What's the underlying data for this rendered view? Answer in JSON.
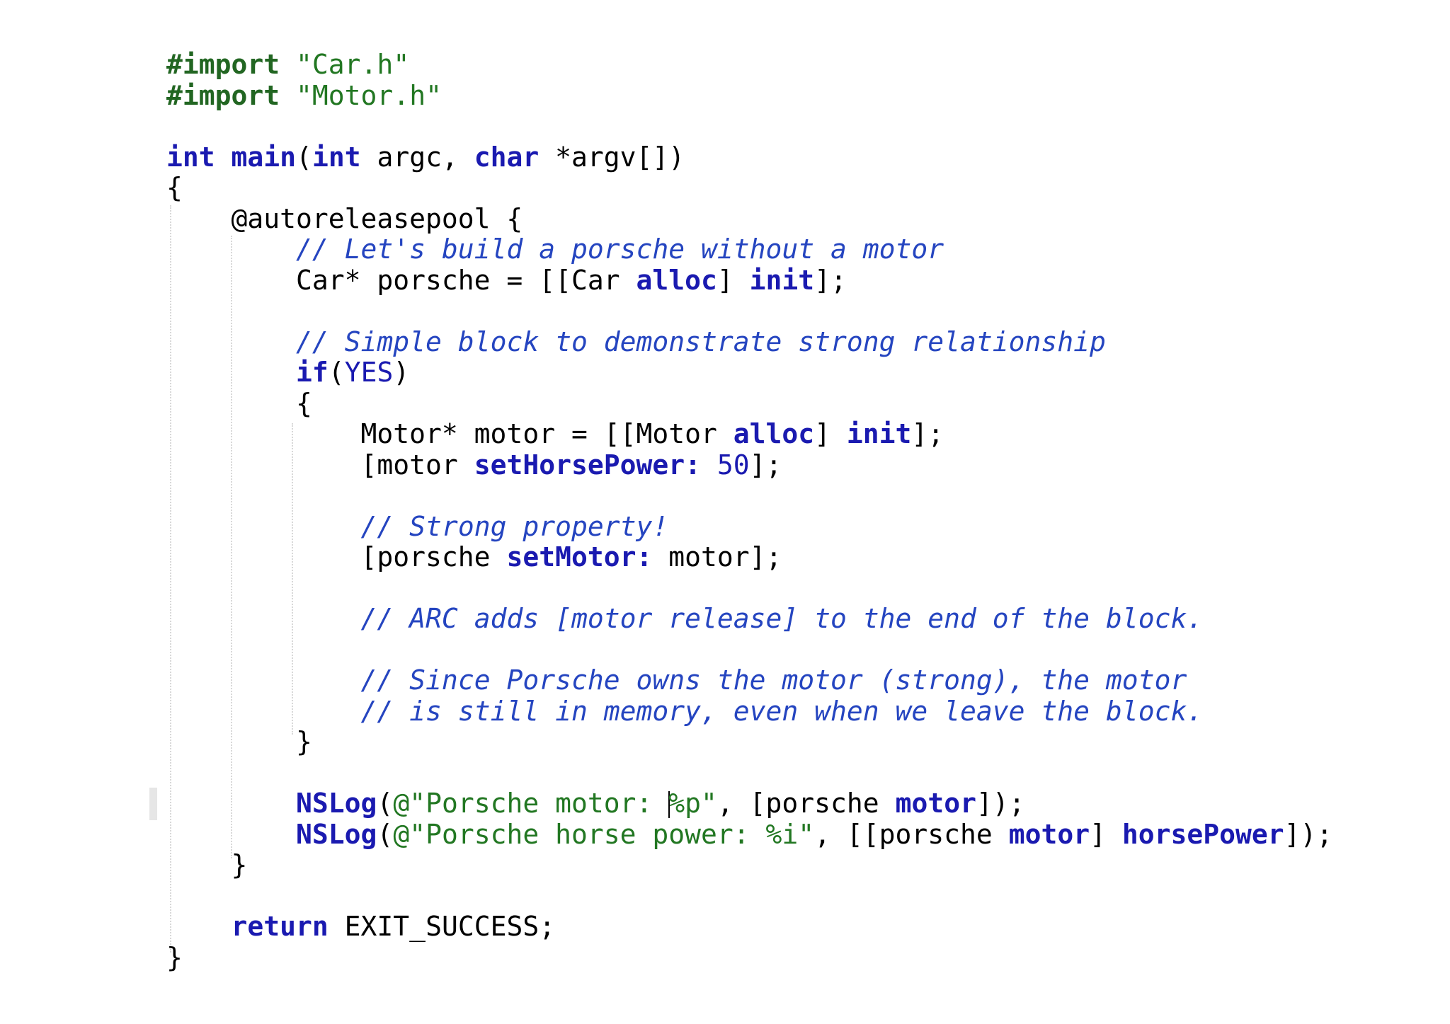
{
  "editor": {
    "lines": [
      [
        {
          "t": "pp",
          "v": "#import"
        },
        {
          "t": "plain",
          "v": " "
        },
        {
          "t": "str",
          "v": "\"Car.h\""
        }
      ],
      [
        {
          "t": "pp",
          "v": "#import"
        },
        {
          "t": "plain",
          "v": " "
        },
        {
          "t": "str",
          "v": "\"Motor.h\""
        }
      ],
      [],
      [
        {
          "t": "kw",
          "v": "int"
        },
        {
          "t": "plain",
          "v": " "
        },
        {
          "t": "fn",
          "v": "main"
        },
        {
          "t": "plain",
          "v": "("
        },
        {
          "t": "kw",
          "v": "int"
        },
        {
          "t": "plain",
          "v": " argc, "
        },
        {
          "t": "kw",
          "v": "char"
        },
        {
          "t": "plain",
          "v": " *argv[])"
        }
      ],
      [
        {
          "t": "plain",
          "v": "{"
        }
      ],
      [
        {
          "t": "plain",
          "v": "    @autoreleasepool {"
        }
      ],
      [
        {
          "t": "plain",
          "v": "        "
        },
        {
          "t": "cm",
          "v": "// Let's build a porsche without a motor"
        }
      ],
      [
        {
          "t": "plain",
          "v": "        Car* porsche = [[Car "
        },
        {
          "t": "fn",
          "v": "alloc"
        },
        {
          "t": "plain",
          "v": "] "
        },
        {
          "t": "fn",
          "v": "init"
        },
        {
          "t": "plain",
          "v": "];"
        }
      ],
      [],
      [
        {
          "t": "plain",
          "v": "        "
        },
        {
          "t": "cm",
          "v": "// Simple block to demonstrate strong relationship"
        }
      ],
      [
        {
          "t": "plain",
          "v": "        "
        },
        {
          "t": "kw",
          "v": "if"
        },
        {
          "t": "plain",
          "v": "("
        },
        {
          "t": "num",
          "v": "YES"
        },
        {
          "t": "plain",
          "v": ")"
        }
      ],
      [
        {
          "t": "plain",
          "v": "        {"
        }
      ],
      [
        {
          "t": "plain",
          "v": "            Motor* motor = [[Motor "
        },
        {
          "t": "fn",
          "v": "alloc"
        },
        {
          "t": "plain",
          "v": "] "
        },
        {
          "t": "fn",
          "v": "init"
        },
        {
          "t": "plain",
          "v": "];"
        }
      ],
      [
        {
          "t": "plain",
          "v": "            [motor "
        },
        {
          "t": "fn",
          "v": "setHorsePower:"
        },
        {
          "t": "plain",
          "v": " "
        },
        {
          "t": "num",
          "v": "50"
        },
        {
          "t": "plain",
          "v": "];"
        }
      ],
      [],
      [
        {
          "t": "plain",
          "v": "            "
        },
        {
          "t": "cm",
          "v": "// Strong property!"
        }
      ],
      [
        {
          "t": "plain",
          "v": "            [porsche "
        },
        {
          "t": "fn",
          "v": "setMotor:"
        },
        {
          "t": "plain",
          "v": " motor];"
        }
      ],
      [],
      [
        {
          "t": "plain",
          "v": "            "
        },
        {
          "t": "cm",
          "v": "// ARC adds [motor release] to the end of the block."
        }
      ],
      [],
      [
        {
          "t": "plain",
          "v": "            "
        },
        {
          "t": "cm",
          "v": "// Since Porsche owns the motor (strong), the motor"
        }
      ],
      [
        {
          "t": "plain",
          "v": "            "
        },
        {
          "t": "cm",
          "v": "// is still in memory, even when we leave the block."
        }
      ],
      [
        {
          "t": "plain",
          "v": "        }"
        }
      ],
      [],
      [
        {
          "t": "plain",
          "v": "        "
        },
        {
          "t": "fn",
          "v": "NSLog"
        },
        {
          "t": "plain",
          "v": "("
        },
        {
          "t": "str",
          "v": "@\"Porsche motor: "
        },
        {
          "t": "caret",
          "v": ""
        },
        {
          "t": "str",
          "v": "%p\""
        },
        {
          "t": "plain",
          "v": ", [porsche "
        },
        {
          "t": "fn",
          "v": "motor"
        },
        {
          "t": "plain",
          "v": "]);"
        }
      ],
      [
        {
          "t": "plain",
          "v": "        "
        },
        {
          "t": "fn",
          "v": "NSLog"
        },
        {
          "t": "plain",
          "v": "("
        },
        {
          "t": "str",
          "v": "@\"Porsche horse power: %i\""
        },
        {
          "t": "plain",
          "v": ", [[porsche "
        },
        {
          "t": "fn",
          "v": "motor"
        },
        {
          "t": "plain",
          "v": "] "
        },
        {
          "t": "fn",
          "v": "horsePower"
        },
        {
          "t": "plain",
          "v": "]);"
        }
      ],
      [
        {
          "t": "plain",
          "v": "    }"
        }
      ],
      [],
      [
        {
          "t": "plain",
          "v": "    "
        },
        {
          "t": "kw",
          "v": "return"
        },
        {
          "t": "plain",
          "v": " EXIT_SUCCESS;"
        }
      ],
      [
        {
          "t": "plain",
          "v": "}"
        }
      ]
    ]
  }
}
